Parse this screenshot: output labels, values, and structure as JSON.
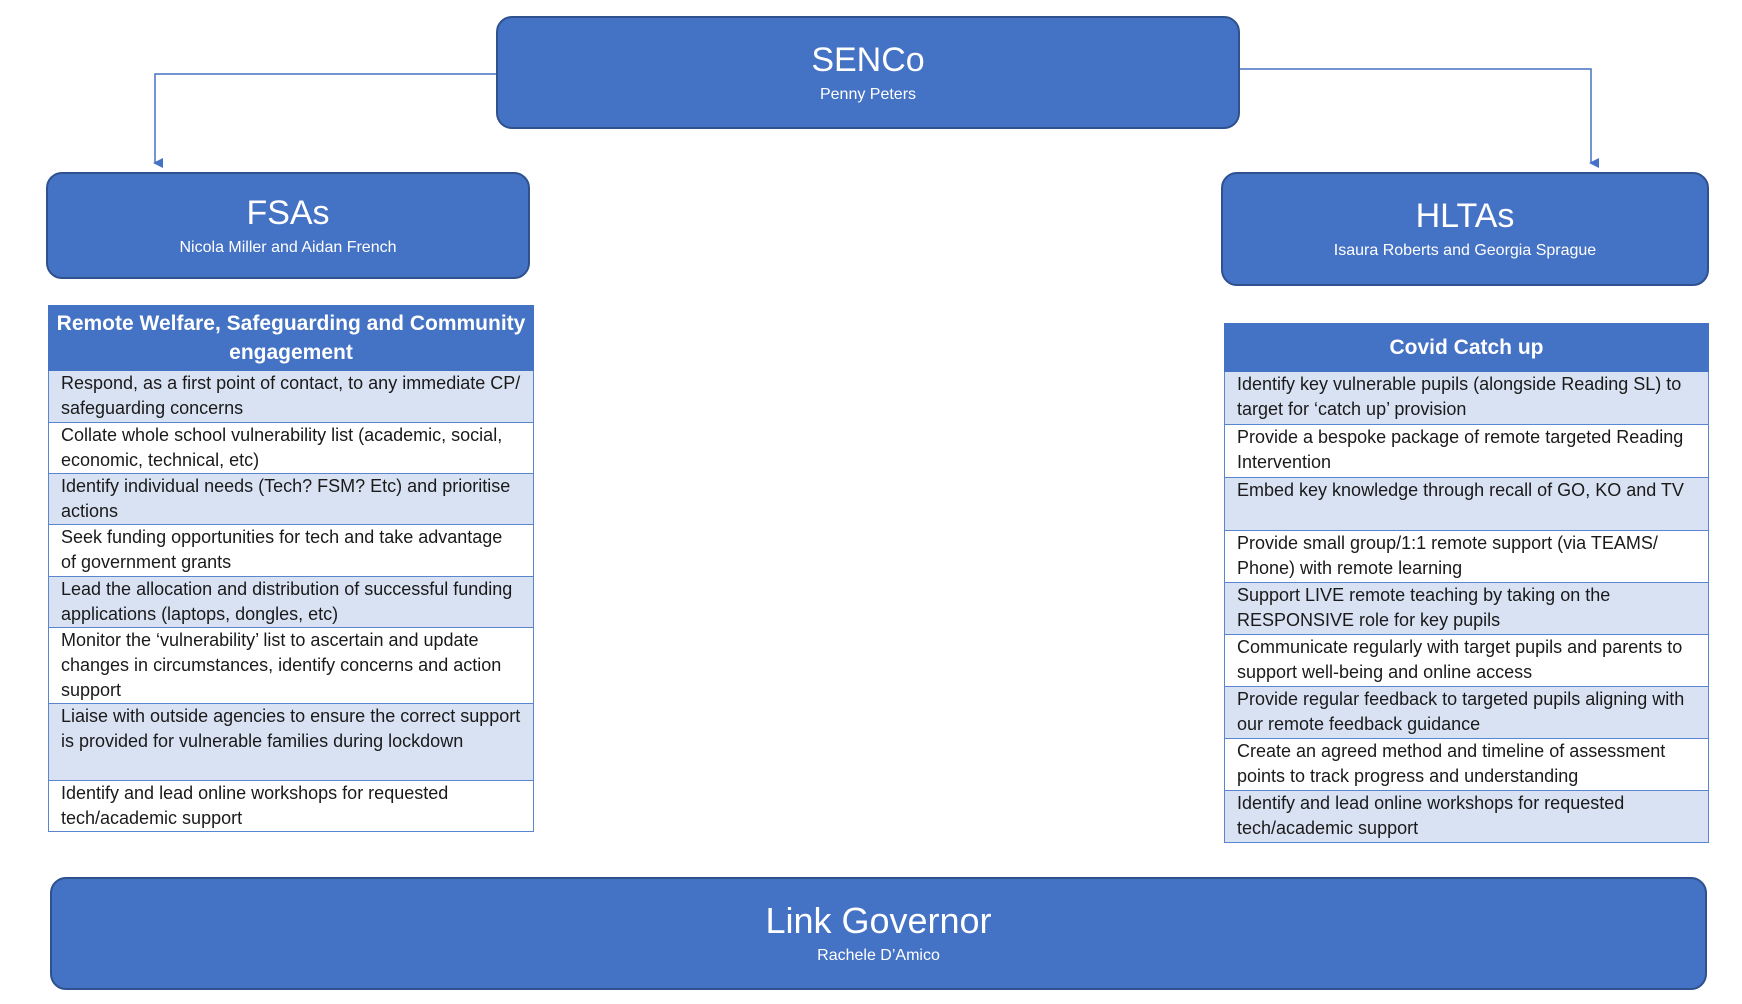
{
  "colors": {
    "node_fill": "#4472c4",
    "node_border": "#2f528f",
    "row_band": "#d9e2f3",
    "connector": "#4472c4"
  },
  "senco": {
    "title": "SENCo",
    "name": "Penny Peters"
  },
  "fsas": {
    "title": "FSAs",
    "name": "Nicola Miller and Aidan French"
  },
  "hltas": {
    "title": "HLTAs",
    "name": "Isaura Roberts and Georgia Sprague"
  },
  "link_governor": {
    "title": "Link Governor",
    "name": "Rachele D’Amico"
  },
  "fsa_duties": {
    "header": "Remote Welfare, Safeguarding and Community engagement",
    "rows": [
      "Respond, as a first point of contact, to any immediate CP/ safeguarding concerns",
      "Collate whole school vulnerability list (academic, social, economic, technical, etc)",
      "Identify individual needs (Tech? FSM? Etc) and prioritise actions",
      "Seek funding opportunities for tech and take advantage of government grants",
      "Lead the allocation and distribution of successful funding applications (laptops, dongles, etc)",
      "Monitor the ‘vulnerability’ list to ascertain and update changes in circumstances, identify concerns and action support",
      "Liaise with outside agencies to ensure the correct support is provided for vulnerable families during lockdown",
      "Identify and lead online workshops for requested tech/academic support"
    ]
  },
  "hlta_duties": {
    "header": "Covid Catch up",
    "rows": [
      "Identify key vulnerable pupils (alongside Reading SL) to target for ‘catch up’ provision",
      "Provide a bespoke package of remote targeted Reading Intervention",
      "Embed key knowledge through recall of GO, KO and TV",
      "Provide small group/1:1 remote support (via TEAMS/ Phone) with remote learning",
      "Support LIVE remote teaching by taking on the RESPONSIVE role for key pupils",
      "Communicate regularly with target pupils and parents to support well-being and online access",
      "Provide regular feedback to targeted pupils aligning with our remote feedback guidance",
      "Create an agreed method and timeline of assessment points to track progress and understanding",
      "Identify and lead online workshops for requested tech/academic support"
    ]
  }
}
